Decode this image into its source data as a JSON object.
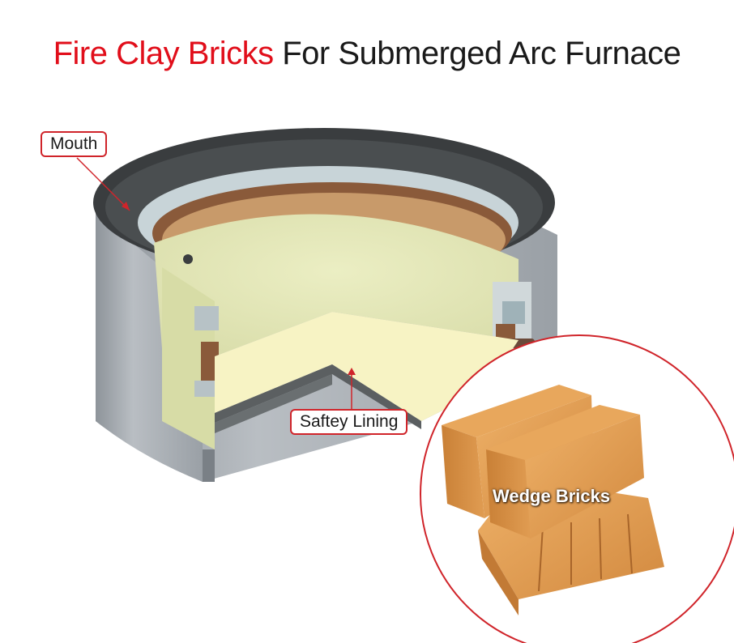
{
  "title": {
    "highlight": "Fire Clay Bricks",
    "rest": "For Submerged Arc Furnace"
  },
  "labels": {
    "mouth": "Mouth",
    "safety_lining": "Saftey Lining",
    "wedge_bricks": "Wedge Bricks"
  },
  "colors": {
    "accent_red": "#e10e1a",
    "outline_red": "#d0242a",
    "shell_gray": "#a8aeb4",
    "lining_yellow": "#f5f1c0",
    "brick_brown": "#8a5a3a",
    "brick_tan": "#e2a05a"
  }
}
